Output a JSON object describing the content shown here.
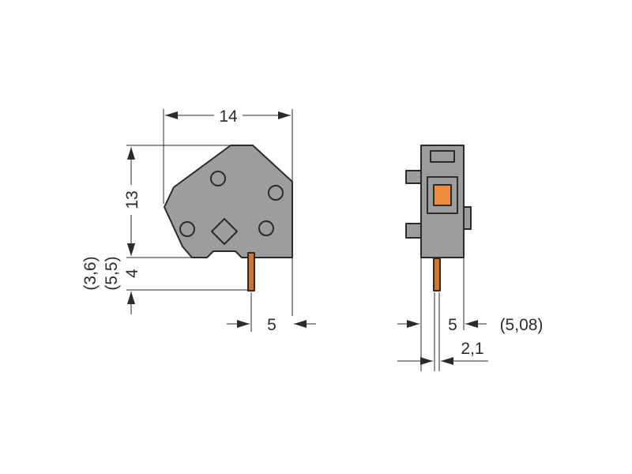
{
  "colors": {
    "body": "#9d9d9d",
    "outline": "#2b2b2b",
    "pin": "#d4742c",
    "button": "#f08a3c",
    "background": "#ffffff"
  },
  "dimensions": {
    "side_width": "14",
    "side_height": "13",
    "pin_length": "4",
    "pin_alt_a": "(3,6)",
    "pin_alt_b": "(5,5)",
    "side_pitch": "5",
    "front_pitch": "5",
    "front_pitch_alt": "(5,08)",
    "pin_diameter": "2,1"
  }
}
